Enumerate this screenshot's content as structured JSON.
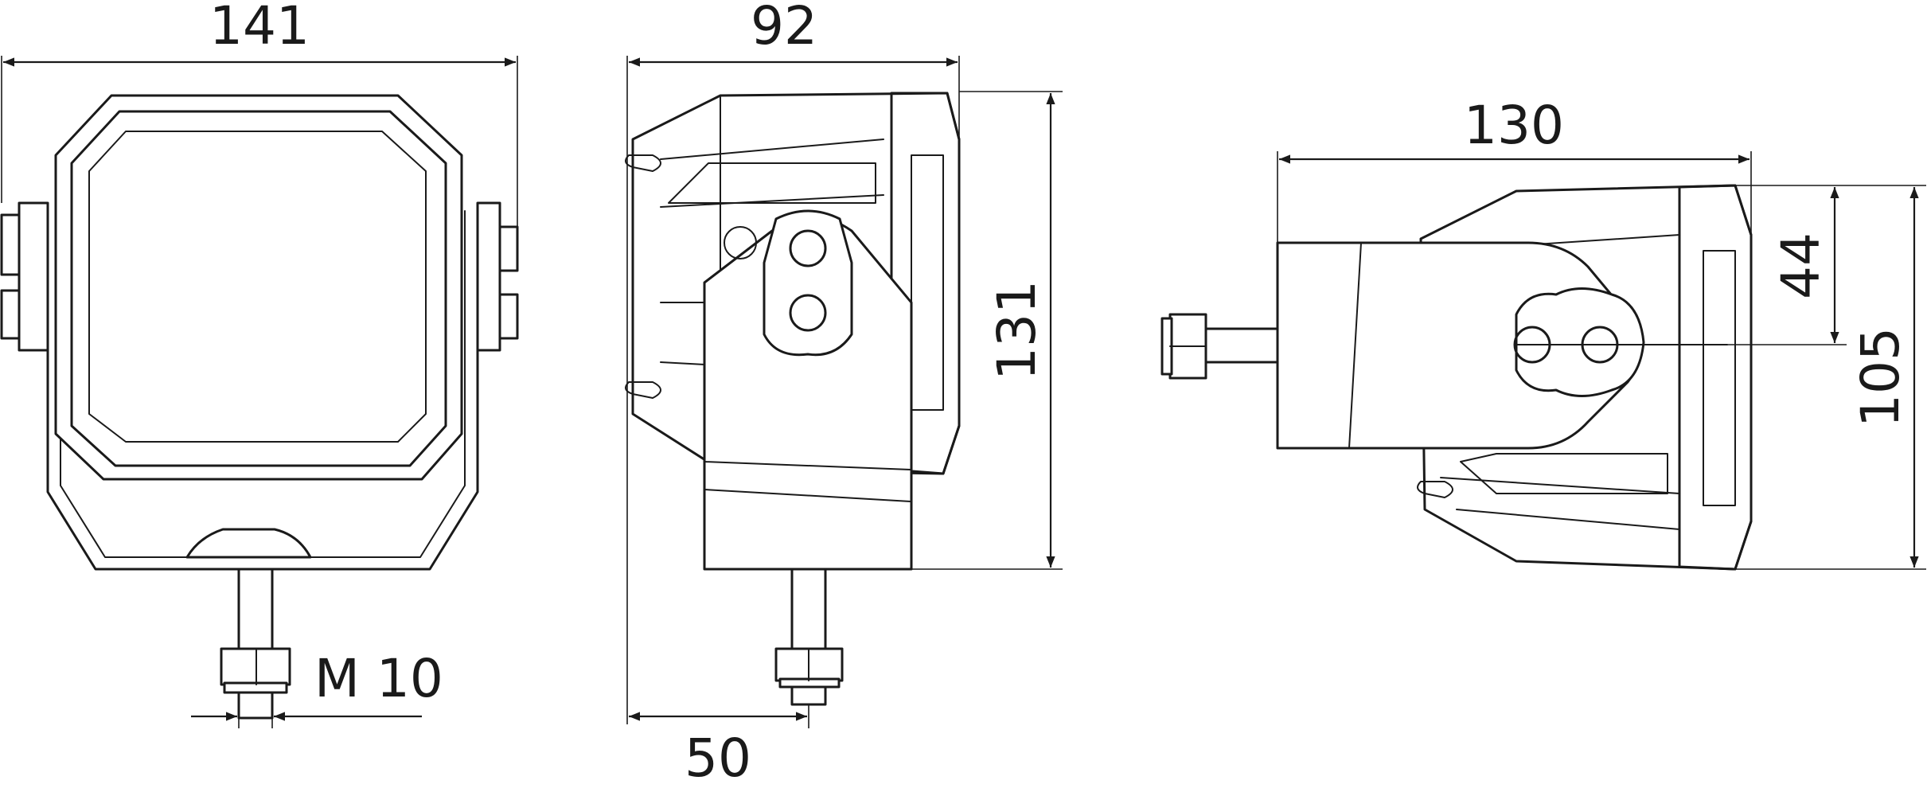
{
  "dimensions": {
    "front_width": "141",
    "side_depth": "92",
    "side_height": "131",
    "thread": "M 10",
    "bolt_offset": "50",
    "top_length": "130",
    "top_offset": "44",
    "top_height": "105"
  },
  "colors": {
    "line": "#1a1a1a",
    "background": "#ffffff"
  }
}
